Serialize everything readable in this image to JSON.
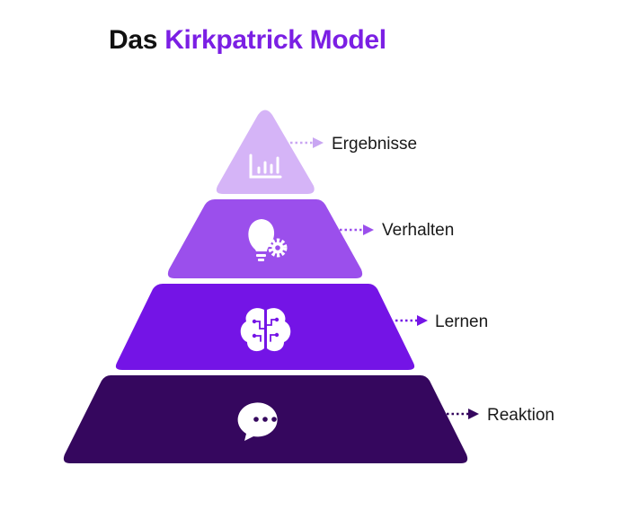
{
  "title": {
    "prefix": "Das",
    "highlight": "Kirkpatrick Model",
    "prefix_color": "#111111",
    "highlight_color": "#7b1fe4"
  },
  "levels": [
    {
      "label": "Ergebnisse",
      "icon": "bar-chart-icon",
      "color": "#d5b4f7",
      "arrow_color": "#c9a6f2"
    },
    {
      "label": "Verhalten",
      "icon": "lightbulb-gear-icon",
      "color": "#9b4fec",
      "arrow_color": "#9b4fec"
    },
    {
      "label": "Lernen",
      "icon": "brain-circuit-icon",
      "color": "#7414e6",
      "arrow_color": "#7414e6"
    },
    {
      "label": "Reaktion",
      "icon": "speech-bubble-icon",
      "color": "#35075e",
      "arrow_color": "#35075e"
    }
  ]
}
